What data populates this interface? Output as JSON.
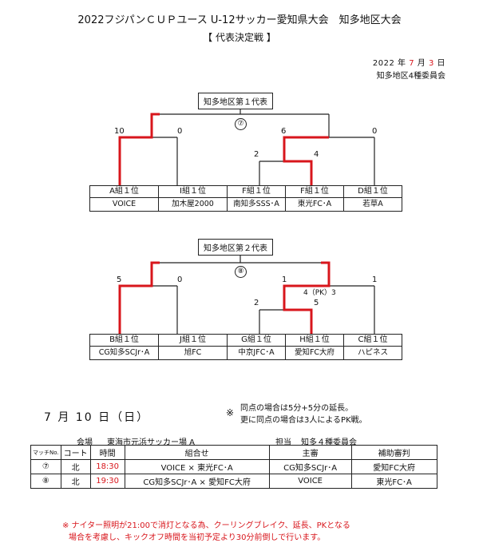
{
  "header": {
    "title": "2022フジパンＣＵＰユース U-12サッカー愛知県大会　知多地区大会",
    "subtitle": "【 代表決定戦 】",
    "date_year": "2022",
    "date_year_unit": "年",
    "date_month": "7",
    "date_month_unit": "月",
    "date_day": "3",
    "date_day_unit": "日",
    "organizer": "知多地区4種委員会"
  },
  "bracket1": {
    "label": "知多地区第１代表",
    "final_match": "⑦",
    "scores": {
      "a": "10",
      "i": "0",
      "semi_left": "6",
      "d": "0",
      "f1": "2",
      "f2": "4"
    },
    "teams": [
      {
        "seed": "A組１位",
        "name": "VOICE"
      },
      {
        "seed": "I組１位",
        "name": "加木屋2000"
      },
      {
        "seed": "F組１位",
        "name": "南知多SSS･A"
      },
      {
        "seed": "F組１位",
        "name": "東光FC･A"
      },
      {
        "seed": "D組１位",
        "name": "若草A"
      }
    ]
  },
  "bracket2": {
    "label": "知多地区第２代表",
    "final_match": "⑧",
    "scores": {
      "b": "5",
      "j": "0",
      "semi_left": "1",
      "c": "1",
      "pk": "4（PK）3",
      "g": "2",
      "h": "5"
    },
    "teams": [
      {
        "seed": "B組１位",
        "name": "CG知多SCJr･A"
      },
      {
        "seed": "J組１位",
        "name": "旭FC"
      },
      {
        "seed": "G組１位",
        "name": "中京JFC･A"
      },
      {
        "seed": "H組１位",
        "name": "愛知FC大府"
      },
      {
        "seed": "C組１位",
        "name": "ハピネス"
      }
    ]
  },
  "schedule": {
    "date": "7 月 10 日（日）",
    "note_mark": "※",
    "note1": "同点の場合は5分+5分の延長。",
    "note2": "更に同点の場合は3人によるPK戦。",
    "venue_label": "会場",
    "venue_name": "東海市元浜サッカー場 A",
    "duty_label": "担当",
    "duty_name": "知多４種委員会",
    "columns": [
      "マッチNo.",
      "コート",
      "時間",
      "組合せ",
      "主審",
      "補助審判"
    ],
    "rows": [
      {
        "no": "⑦",
        "court": "北",
        "time": "18:30",
        "match": "VOICE × 東光FC･A",
        "referee": "CG知多SCJr･A",
        "assistant": "愛知FC大府"
      },
      {
        "no": "⑧",
        "court": "北",
        "time": "19:30",
        "match": "CG知多SCJr･A × 愛知FC大府",
        "referee": "VOICE",
        "assistant": "東光FC･A"
      }
    ]
  },
  "footer": {
    "line1": "※ ナイター照明が21:00で消灯となる為、クーリングブレイク、延長、PKとなる",
    "line2": "場合を考慮し、キックオフ時間を当初予定より30分前倒しで行います。"
  },
  "colors": {
    "winner_line": "#d8161c",
    "line": "#222222",
    "note_red": "#d8161c"
  }
}
